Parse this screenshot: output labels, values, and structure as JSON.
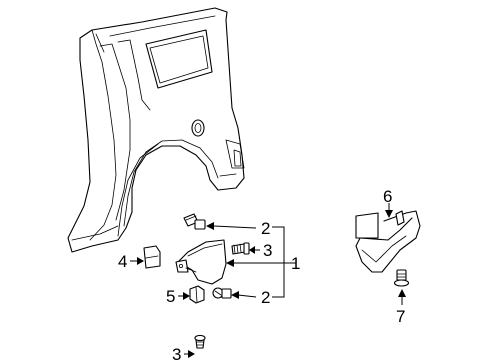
{
  "diagram": {
    "callouts": [
      {
        "id": "c1",
        "label": "1"
      },
      {
        "id": "c2a",
        "label": "2"
      },
      {
        "id": "c2b",
        "label": "2"
      },
      {
        "id": "c3a",
        "label": "3"
      },
      {
        "id": "c3b",
        "label": "3"
      },
      {
        "id": "c4",
        "label": "4"
      },
      {
        "id": "c5",
        "label": "5"
      },
      {
        "id": "c6",
        "label": "6"
      },
      {
        "id": "c7",
        "label": "7"
      }
    ],
    "colors": {
      "line": "#000000",
      "background": "#ffffff"
    }
  }
}
